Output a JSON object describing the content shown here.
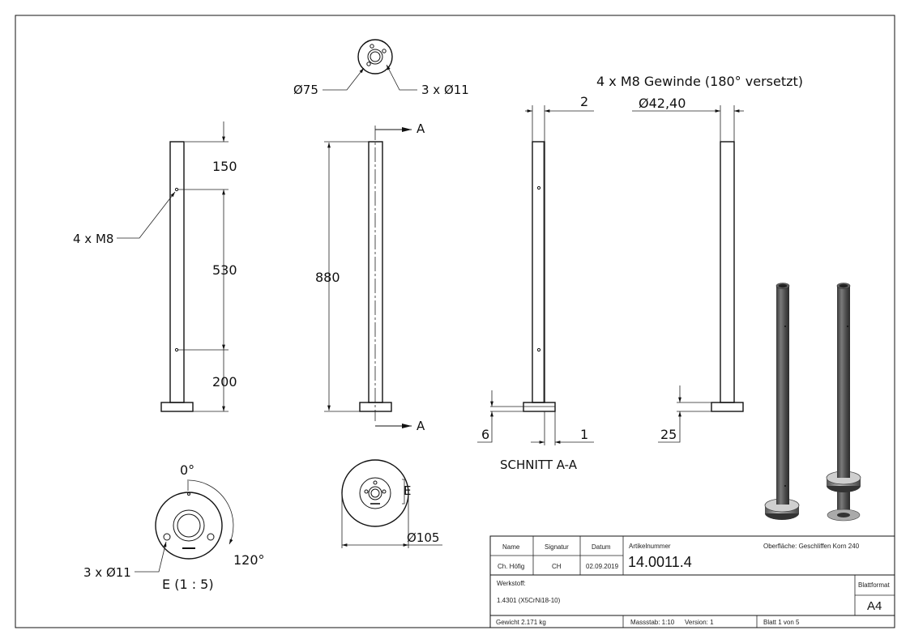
{
  "labels": {
    "dia75": "Ø75",
    "holes3x11_top": "3 x Ø11",
    "thread_note": "4 x M8 Gewinde (180° versetzt)",
    "dim2": "2",
    "dia4240": "Ø42,40",
    "dim150": "150",
    "m8": "4 x M8",
    "dim530": "530",
    "dim200": "200",
    "dim880": "880",
    "section_a_top": "A",
    "section_a_bottom": "A",
    "dim6": "6",
    "dim1": "1",
    "dim25": "25",
    "section_title": "SCHNITT A-A",
    "angle0": "0°",
    "angle120": "120°",
    "holes3x11_bottom": "3 x Ø11",
    "detail_e": "E (1 : 5)",
    "detail_marker": "E",
    "dia105": "Ø105"
  },
  "titleblock": {
    "col_name": "Name",
    "col_signatur": "Signatur",
    "col_datum": "Datum",
    "artikel_label": "Artikelnummer",
    "oberflaeche": "Oberfläche:  Geschliffen Korn 240",
    "name_value": "Ch. Höfig",
    "signatur_value": "CH",
    "datum_value": "02.09.2019",
    "artikel_value": "14.0011.4",
    "werkstoff_label": "Werkstoff:",
    "werkstoff_value": "1.4301 (X5CrNi18-10)",
    "blattformat_label": "Blattformat",
    "blattformat_value": "A4",
    "gewicht": "Gewicht 2.171 kg",
    "massstab": "Massstab: 1:10",
    "version": "Version: 1",
    "blatt": "Blatt 1 von 5"
  }
}
